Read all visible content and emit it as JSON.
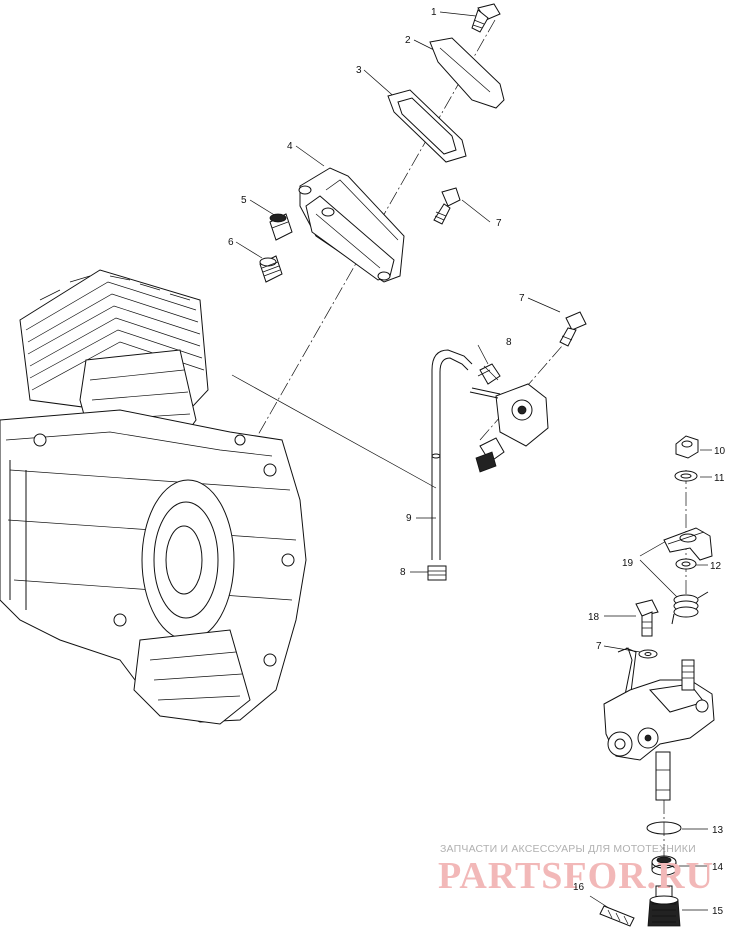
{
  "callouts": [
    {
      "id": "1",
      "label": "1"
    },
    {
      "id": "2",
      "label": "2"
    },
    {
      "id": "3",
      "label": "3"
    },
    {
      "id": "4",
      "label": "4"
    },
    {
      "id": "5",
      "label": "5"
    },
    {
      "id": "6",
      "label": "6"
    },
    {
      "id": "7a",
      "label": "7"
    },
    {
      "id": "7b",
      "label": "7"
    },
    {
      "id": "8a",
      "label": "8"
    },
    {
      "id": "9",
      "label": "9"
    },
    {
      "id": "8b",
      "label": "8"
    },
    {
      "id": "10",
      "label": "10"
    },
    {
      "id": "11",
      "label": "11"
    },
    {
      "id": "19",
      "label": "19"
    },
    {
      "id": "12",
      "label": "12"
    },
    {
      "id": "18",
      "label": "18"
    },
    {
      "id": "7c",
      "label": "7"
    },
    {
      "id": "13",
      "label": "13"
    },
    {
      "id": "14",
      "label": "14"
    },
    {
      "id": "16",
      "label": "16"
    },
    {
      "id": "15",
      "label": "15"
    }
  ],
  "watermark": {
    "tagline": "ЗАПЧАСТИ И АКСЕССУАРЫ ДЛЯ МОТОТЕХНИКИ",
    "brand": "PARTSFOR.RU",
    "color": "#f2b8b8"
  }
}
